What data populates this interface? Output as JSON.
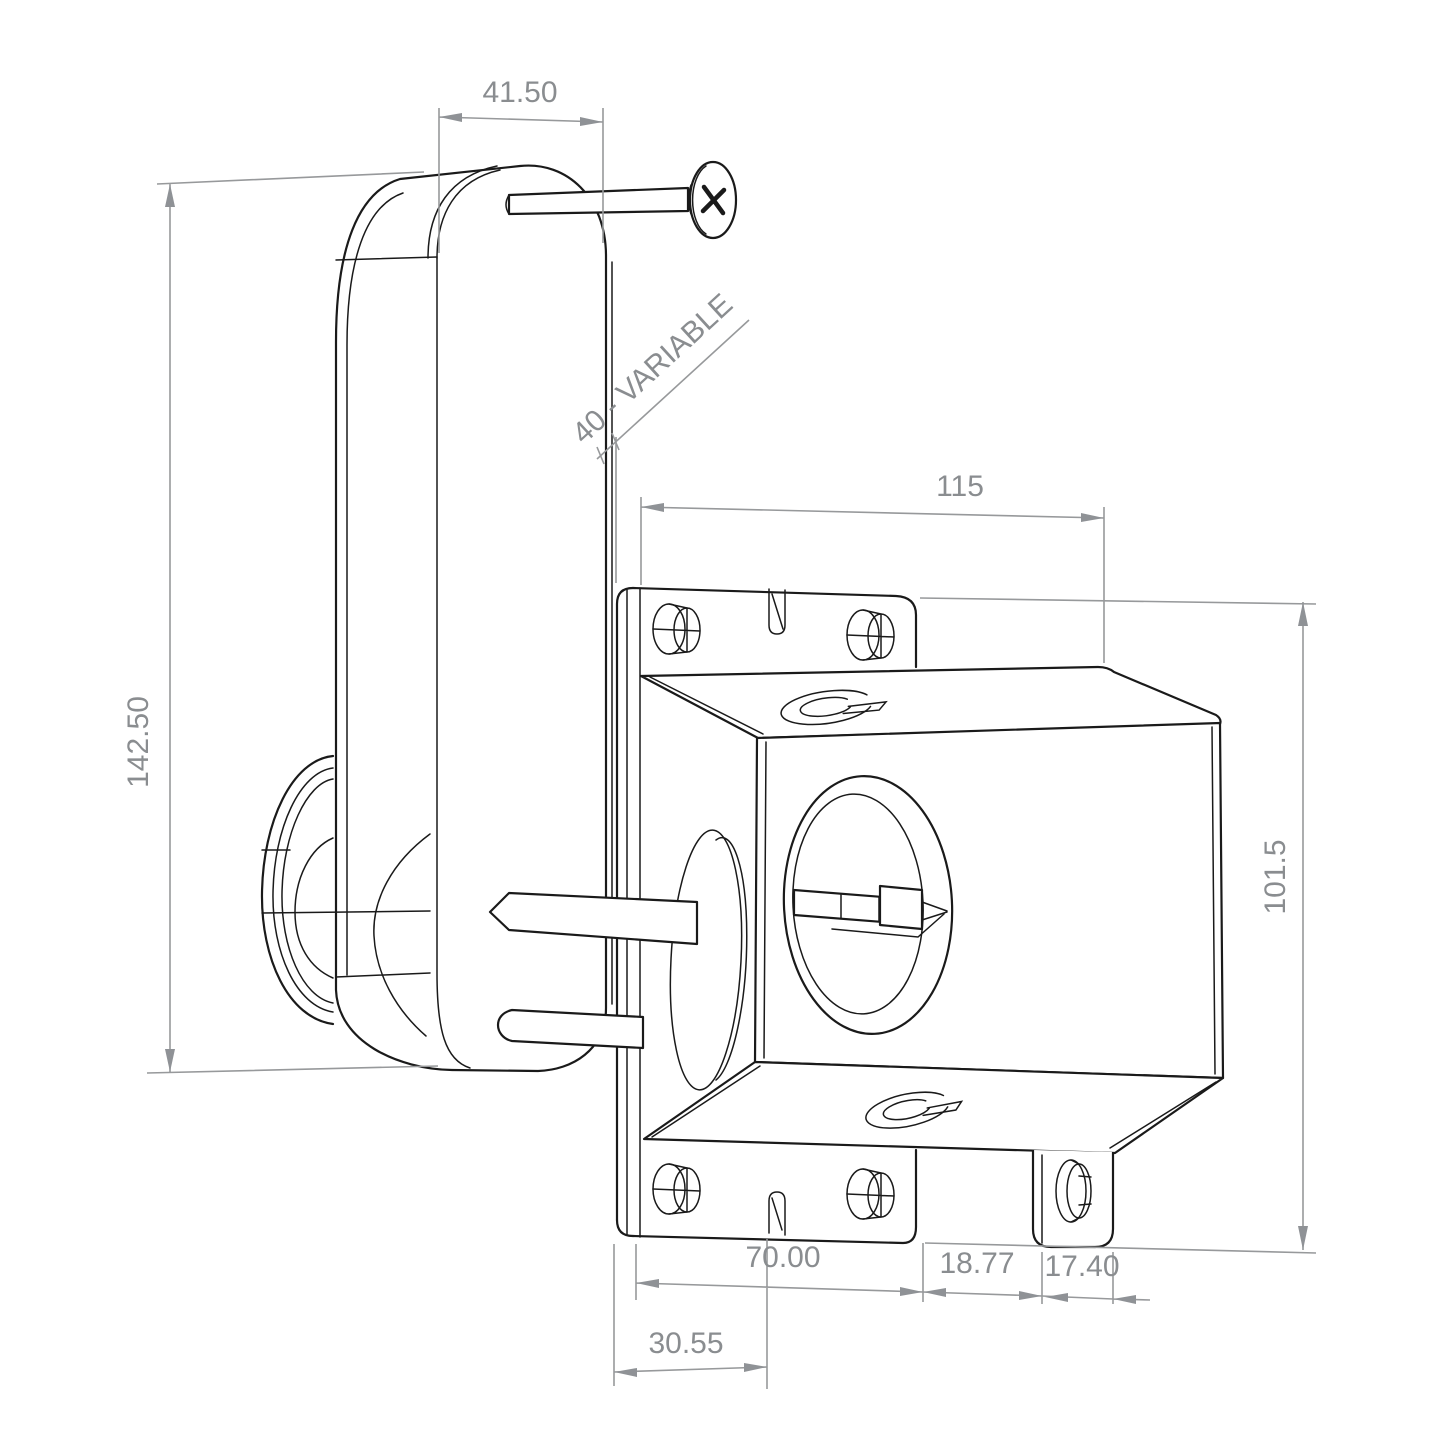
{
  "drawing": {
    "title": "gate-lock-technical-drawing",
    "colors": {
      "background": "#ffffff",
      "part_line": "#1a1a1a",
      "dimension_line": "#97999b",
      "dimension_text": "#8a8d90"
    },
    "dims": {
      "body_depth": "41.50",
      "gate_thickness": "40 - VARIABLE",
      "plate_width": "115",
      "body_height": "142.50",
      "plate_height": "101.5",
      "hole_span": "70.00",
      "edge_gap": "18.77",
      "tab_width": "17.40",
      "backset": "30.55"
    }
  }
}
